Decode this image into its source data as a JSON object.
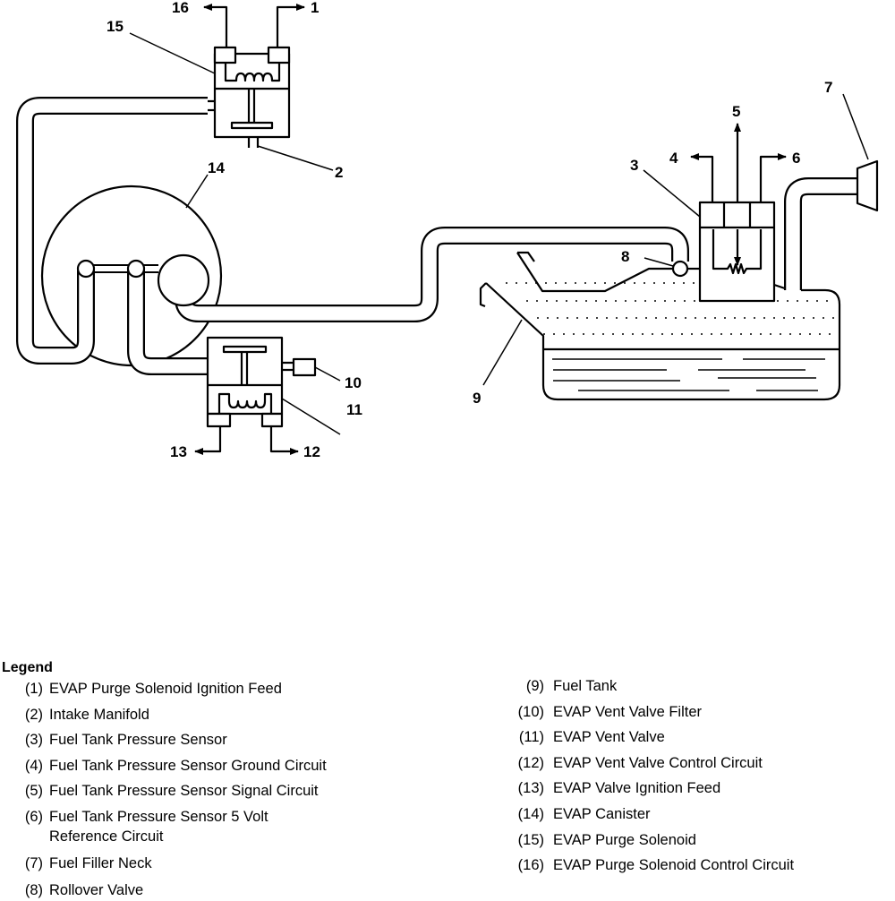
{
  "callouts": {
    "c1": "1",
    "c2": "2",
    "c3": "3",
    "c4": "4",
    "c5": "5",
    "c6": "6",
    "c7": "7",
    "c8": "8",
    "c9": "9",
    "c10": "10",
    "c11": "11",
    "c12": "12",
    "c13": "13",
    "c14": "14",
    "c15": "15",
    "c16": "16"
  },
  "legend": {
    "title": "Legend",
    "items": [
      {
        "num": "(1)",
        "text": "EVAP Purge Solenoid Ignition Feed"
      },
      {
        "num": "(2)",
        "text": "Intake Manifold"
      },
      {
        "num": "(3)",
        "text": "Fuel Tank Pressure Sensor"
      },
      {
        "num": "(4)",
        "text": "Fuel Tank Pressure Sensor Ground Circuit"
      },
      {
        "num": "(5)",
        "text": "Fuel Tank Pressure Sensor Signal Circuit"
      },
      {
        "num": "(6)",
        "text": "Fuel Tank Pressure Sensor 5 Volt",
        "text2": "Reference Circuit"
      },
      {
        "num": "(7)",
        "text": "Fuel Filler Neck"
      },
      {
        "num": "(8)",
        "text": "Rollover Valve"
      },
      {
        "num": "(9)",
        "text": "Fuel Tank"
      },
      {
        "num": "(10)",
        "text": "EVAP Vent Valve Filter"
      },
      {
        "num": "(11)",
        "text": "EVAP Vent Valve"
      },
      {
        "num": "(12)",
        "text": "EVAP Vent Valve Control Circuit"
      },
      {
        "num": "(13)",
        "text": "EVAP Valve Ignition Feed"
      },
      {
        "num": "(14)",
        "text": "EVAP Canister"
      },
      {
        "num": "(15)",
        "text": "EVAP Purge Solenoid"
      },
      {
        "num": "(16)",
        "text": "EVAP Purge Solenoid Control Circuit"
      }
    ]
  }
}
